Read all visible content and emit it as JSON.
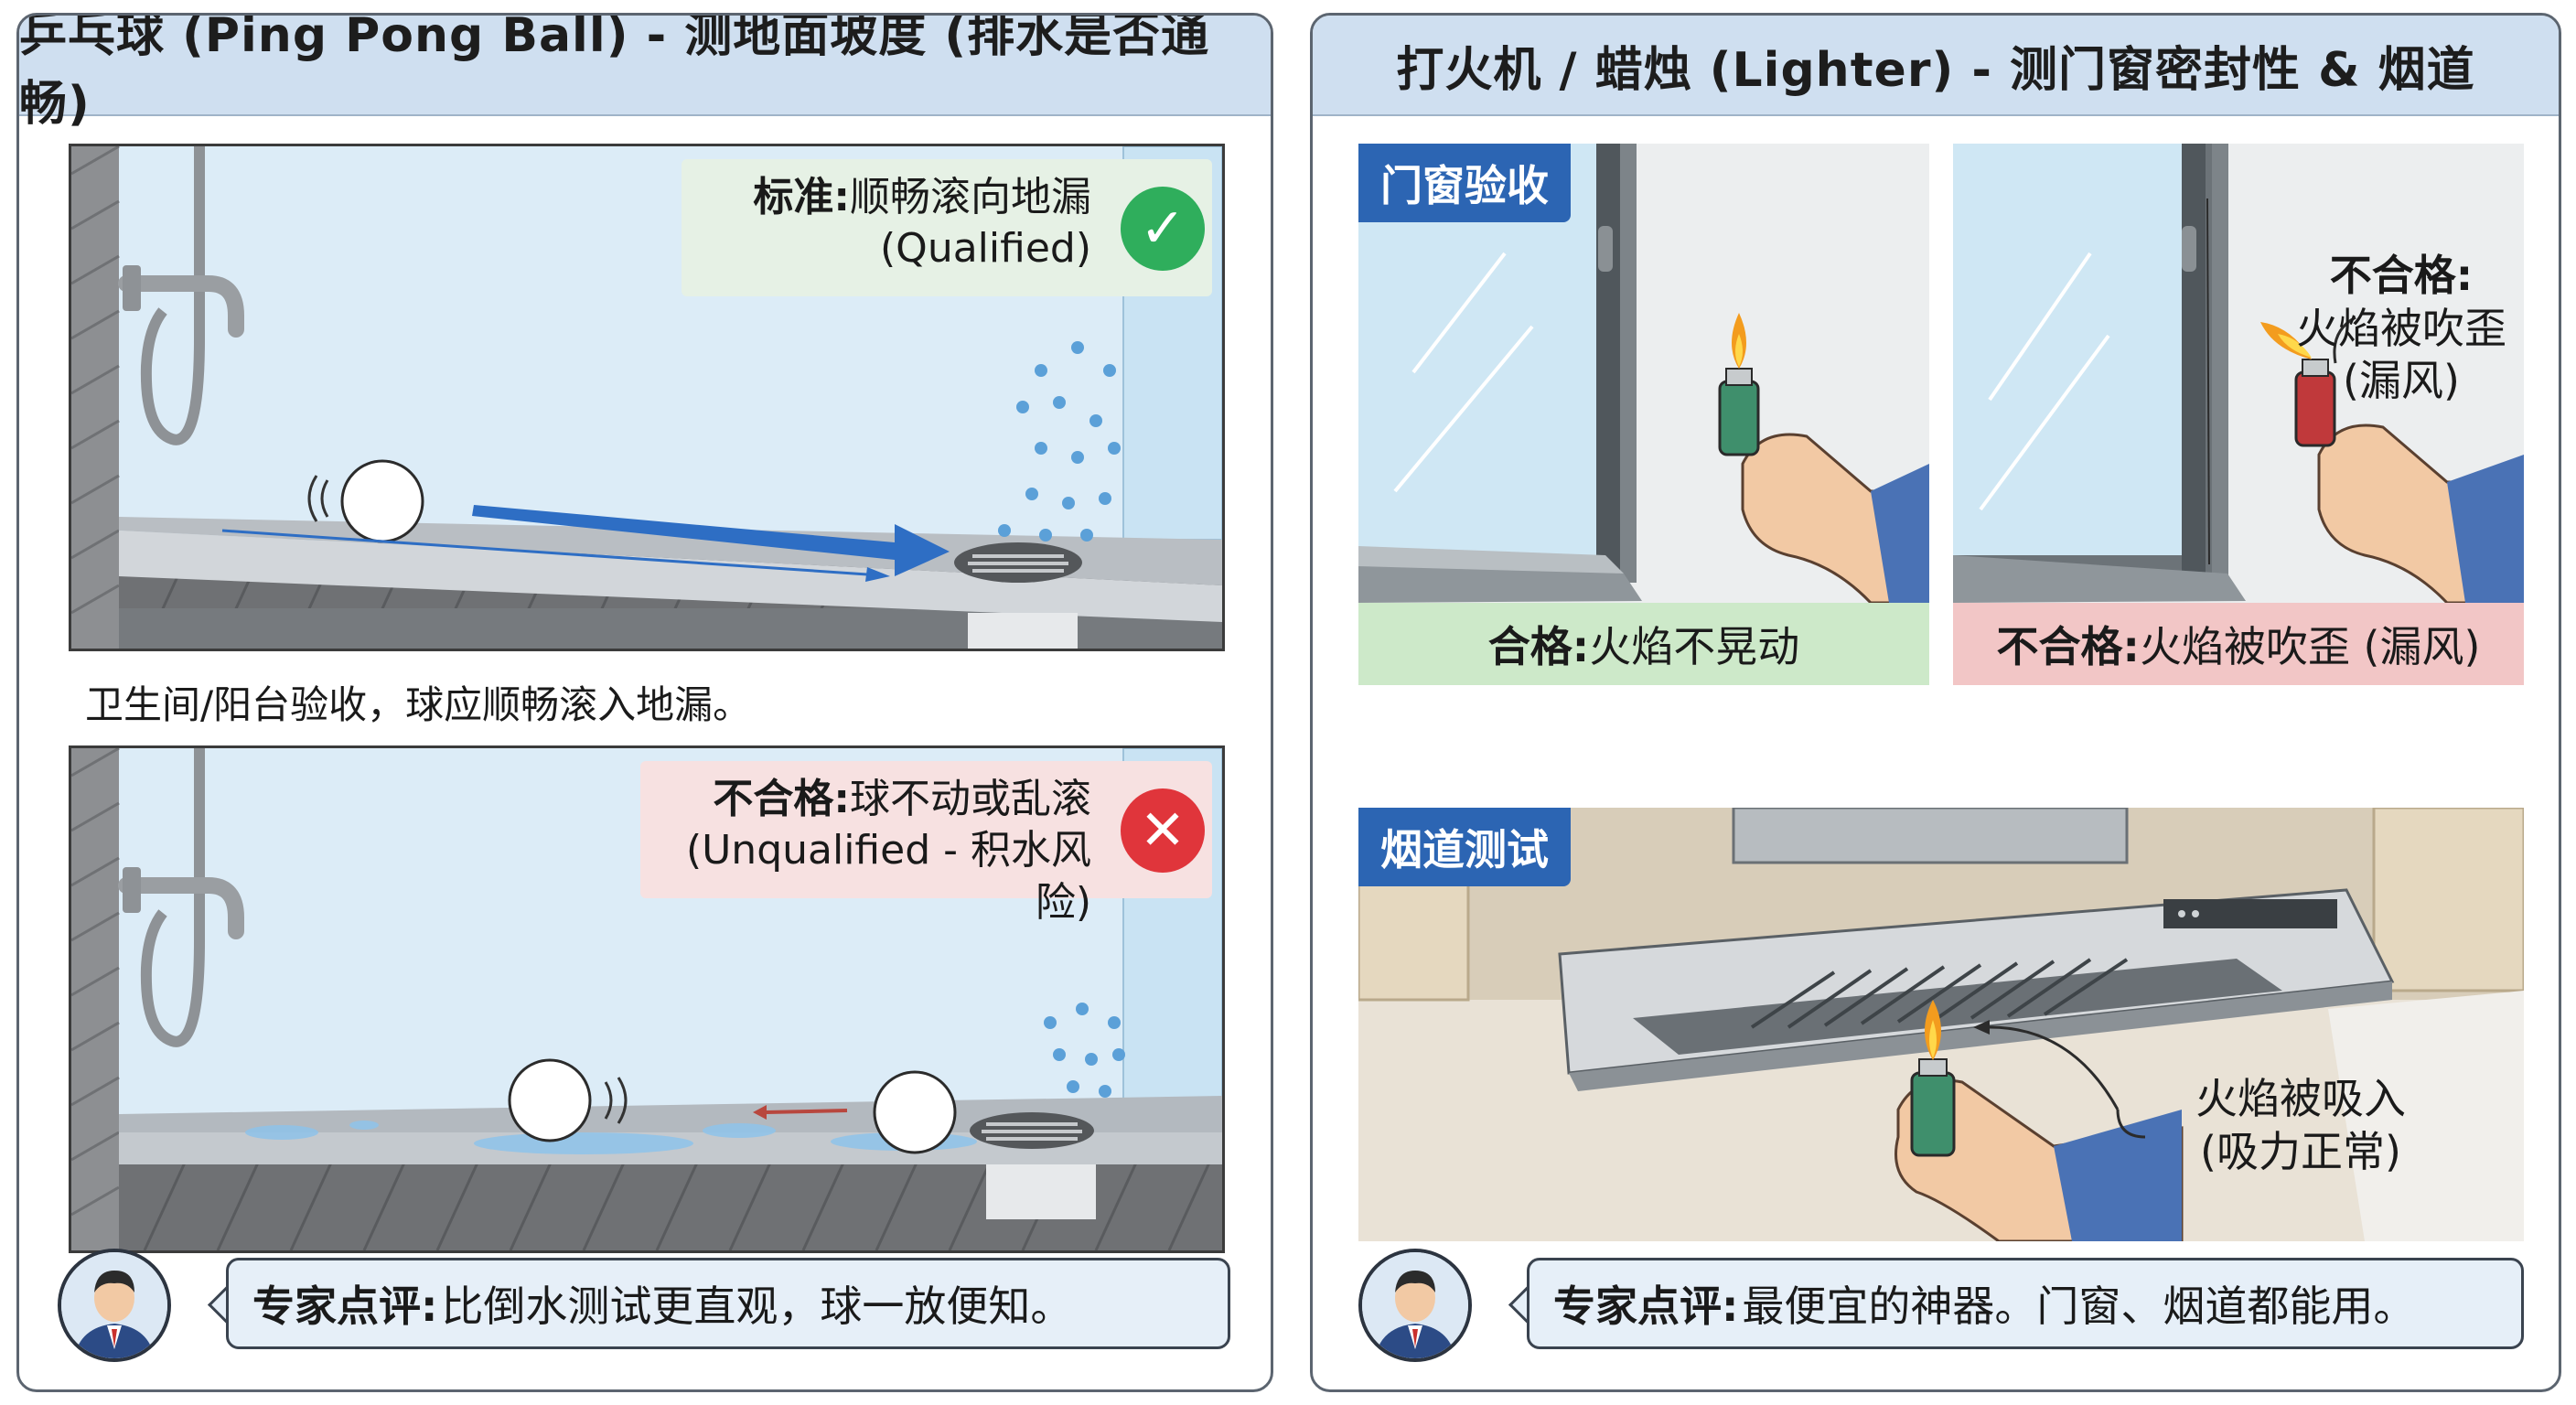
{
  "left_panel": {
    "title": "乒乓球 (Ping Pong Ball) - 测地面坡度 (排水是否通畅)",
    "top_scene": {
      "status_label": "标准:",
      "status_text": "顺畅滚向地漏",
      "status_sub": "(Qualified)",
      "icon": "check-circle-icon",
      "color": "#2fae5c"
    },
    "caption": "卫生间/阳台验收，球应顺畅滚入地漏。",
    "bottom_scene": {
      "status_label": "不合格:",
      "status_text": "球不动或乱滚",
      "status_sub": "(Unqualified - 积水风险)",
      "icon": "x-circle-icon",
      "color": "#e0353b"
    },
    "expert": {
      "label": "专家点评:",
      "text": "比倒水测试更直观，球一放便知。"
    }
  },
  "right_panel": {
    "title": "打火机 / 蜡烛 (Lighter) - 测门窗密封性 & 烟道",
    "window_section": {
      "tag": "门窗验收",
      "pass": {
        "label": "合格:",
        "text": "火焰不晃动",
        "color": "#cde9c9"
      },
      "fail": {
        "label": "不合格:",
        "text": "火焰被吹歪 (漏风)",
        "color": "#f2c6c6",
        "callout_label": "不合格:",
        "callout_line1": "火焰被吹歪",
        "callout_line2": "(漏风)"
      }
    },
    "flue_section": {
      "tag": "烟道测试",
      "callout_line1": "火焰被吸入",
      "callout_line2": "(吸力正常)"
    },
    "expert": {
      "label": "专家点评:",
      "text": "最便宜的神器。门窗、烟道都能用。"
    }
  },
  "colors": {
    "accent_blue": "#2c65b3",
    "header_bg": "#cfdff0",
    "qualified_green": "#2fae5c",
    "unqualified_red": "#e0353b"
  }
}
